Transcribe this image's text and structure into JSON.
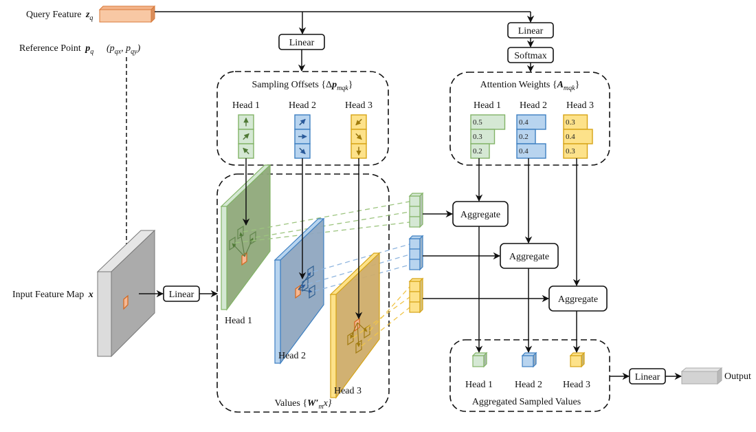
{
  "labels": {
    "query_feature": "Query Feature",
    "query_feature_symbol": "z",
    "query_feature_sub": "q",
    "reference_point": "Reference Point",
    "reference_point_symbol": "p",
    "reference_point_sub": "q",
    "reference_coords": "(p",
    "reference_coords_x_sub": "qx",
    "reference_coords_mid": ", p",
    "reference_coords_y_sub": "qy",
    "reference_coords_close": ")",
    "input_feature_map": "Input Feature Map",
    "input_feature_map_symbol": "x",
    "output": "Output"
  },
  "blocks": {
    "linear_offsets": "Linear",
    "linear_attention": "Linear",
    "softmax": "Softmax",
    "linear_input": "Linear",
    "linear_output": "Linear",
    "aggregate": "Aggregate"
  },
  "groups": {
    "sampling_offsets": {
      "title": "Sampling Offsets {Δ",
      "symbol": "p",
      "sub": "mqk",
      "close": "}"
    },
    "attention_weights": {
      "title": "Attention Weights {",
      "symbol": "A",
      "sub": "mqk",
      "close": "}"
    },
    "values": {
      "title": "Values {",
      "symbol": "W′",
      "sub": "m",
      "tail": "x}"
    },
    "aggregated": {
      "title": "Aggregated Sampled Values"
    }
  },
  "heads": [
    {
      "name": "Head 1",
      "color": "#82b366",
      "fill": "#d5e8d4",
      "plane_fill": "#8fa97a",
      "offset_arrows": [
        "up",
        "up-right",
        "up-left"
      ],
      "attention_weights": [
        0.5,
        0.3,
        0.2
      ]
    },
    {
      "name": "Head 2",
      "color": "#3d7fc1",
      "fill": "#b8d4ef",
      "plane_fill": "#8fa6c0",
      "offset_arrows": [
        "up-right",
        "right",
        "down-right"
      ],
      "attention_weights": [
        0.4,
        0.2,
        0.4
      ]
    },
    {
      "name": "Head 3",
      "color": "#d6a416",
      "fill": "#fde28a",
      "plane_fill": "#cfad6a",
      "offset_arrows": [
        "down-left",
        "down-right",
        "down"
      ],
      "attention_weights": [
        0.3,
        0.4,
        0.3
      ]
    }
  ],
  "colors": {
    "query": "#f8c8a4",
    "query_stroke": "#d97a3a",
    "ref_point": "#f5b893",
    "ref_stroke": "#d4661c",
    "input_map_front": "#ababab",
    "input_map_side": "#dcdcdc",
    "output_fill": "#d3d3d3"
  }
}
